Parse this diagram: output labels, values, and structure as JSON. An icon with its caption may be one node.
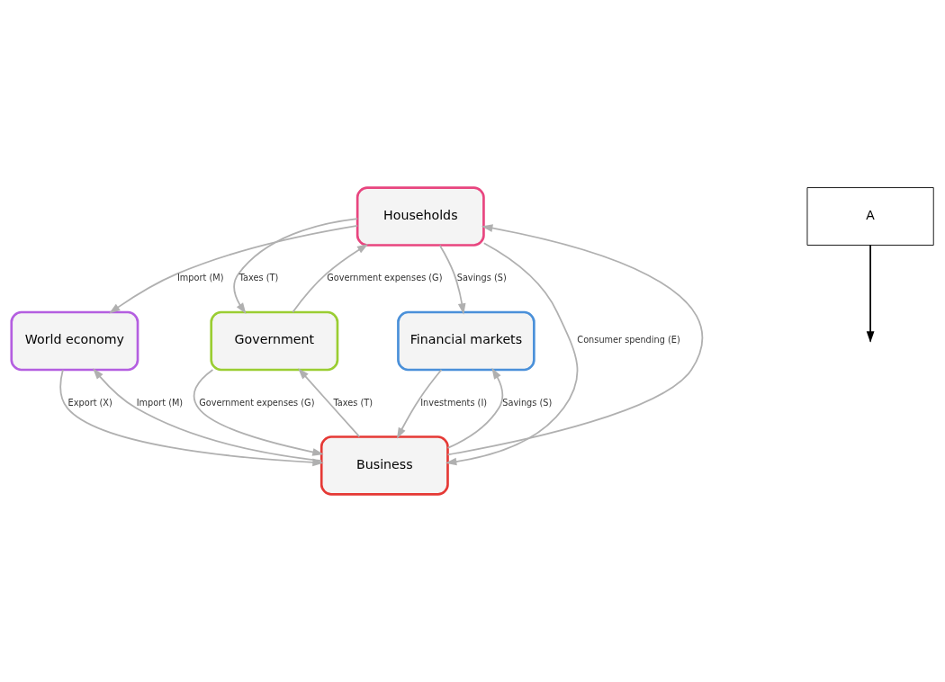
{
  "diagram": {
    "nodes": [
      {
        "text": [
          "Households"
        ]
      },
      {
        "text": [
          "World economy"
        ]
      },
      {
        "text": [
          "Government"
        ]
      },
      {
        "text": [
          "Financial markets"
        ]
      },
      {
        "text": [
          "Business"
        ]
      },
      {
        "text": [
          "A"
        ]
      }
    ],
    "edges": [
      {
        "from": 0,
        "to": 1,
        "arrow": "to",
        "label": "Import (M)"
      },
      {
        "from": 0,
        "to": 3,
        "arrow": "to",
        "label": "Savings (S)"
      },
      {
        "from": 0,
        "to": 2,
        "arrow": "to",
        "label": "Taxes (T)"
      },
      {
        "from": 2,
        "to": 0,
        "arrow": "to",
        "label": "Government expenses (G)"
      },
      {
        "from": 0,
        "to": 4,
        "arrow": "to",
        "label": "Consumer spending (E)"
      },
      {
        "from": 4,
        "to": 0,
        "arrow": "to"
      },
      {
        "from": 4,
        "to": 2,
        "arrow": "to",
        "label": "Taxes (T)"
      },
      {
        "from": 2,
        "to": 4,
        "arrow": "to",
        "label": "Government expenses (G)"
      },
      {
        "from": 4,
        "to": 1,
        "arrow": "to",
        "label": "Import (M)"
      },
      {
        "from": 4,
        "to": 3,
        "arrow": "to",
        "label": "Savings (S)"
      },
      {
        "from": 1,
        "to": 4,
        "arrow": "to",
        "label": "Export (X)"
      },
      {
        "from": 3,
        "to": 4,
        "arrow": "to",
        "label": "Investments (I)"
      },
      {
        "from": 5,
        "to": null,
        "arrow": "to",
        "color": "#000000"
      }
    ]
  }
}
